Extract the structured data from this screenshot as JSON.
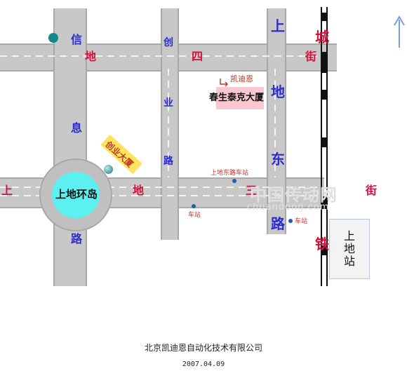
{
  "roads": {
    "xinxi": [
      "信",
      "息",
      "路"
    ],
    "shangdi_east": [
      "上",
      "地",
      "东",
      "路"
    ],
    "shangdi_street": [
      "上",
      "地",
      "三",
      "街"
    ],
    "shangdi_four": [
      "地",
      "四",
      "街"
    ],
    "chuangye": [
      "创",
      "业",
      "路"
    ],
    "chengtie": [
      "城",
      "铁"
    ]
  },
  "landmarks": {
    "roundabout": "上地环岛",
    "chunsheng": "春生泰克大厦",
    "company_tag": "凯迪恩",
    "chuangye_building": "创业大厦",
    "station": [
      "上",
      "地",
      "站"
    ]
  },
  "bus_stops": {
    "dong_lu": "上地东路车站",
    "stop_a": "车站",
    "stop_b": "车站"
  },
  "watermark": {
    "cn": "中国传动网",
    "en": "chuandong.com"
  },
  "footer": {
    "company": "北京凯迪恩自动化技术有限公司",
    "date": "2007.04.09"
  },
  "colors": {
    "road": "#c8c8c8",
    "road_edge": "#a8a8a8",
    "roundabout": "#5cf0f0",
    "building_pink": "#f7c8cf",
    "building_yellow": "#ffe35c",
    "label_red": "#d5103a",
    "label_blue": "#2b2bd0"
  }
}
